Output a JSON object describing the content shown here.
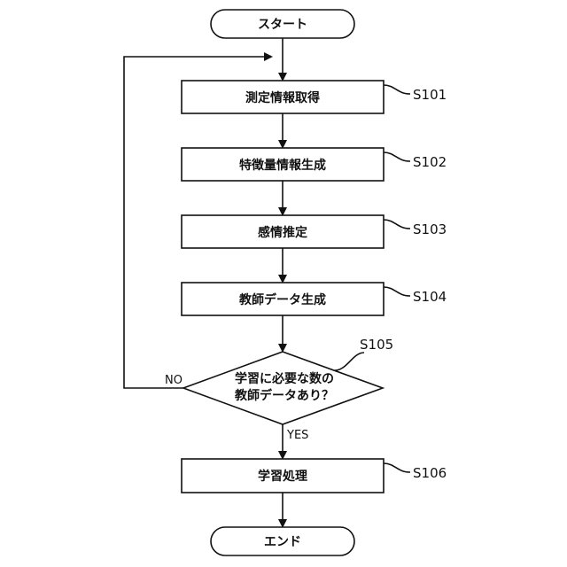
{
  "flowchart": {
    "start": {
      "label": "スタート"
    },
    "steps": [
      {
        "id": "S101",
        "label": "測定情報取得"
      },
      {
        "id": "S102",
        "label": "特徴量情報生成"
      },
      {
        "id": "S103",
        "label": "感情推定"
      },
      {
        "id": "S104",
        "label": "教師データ生成"
      }
    ],
    "decision": {
      "id": "S105",
      "label_line1": "学習に必要な数の",
      "label_line2": "教師データあり？",
      "yes_label": "YES",
      "no_label": "NO"
    },
    "process": {
      "id": "S106",
      "label": "学習処理"
    },
    "end": {
      "label": "エンド"
    }
  }
}
